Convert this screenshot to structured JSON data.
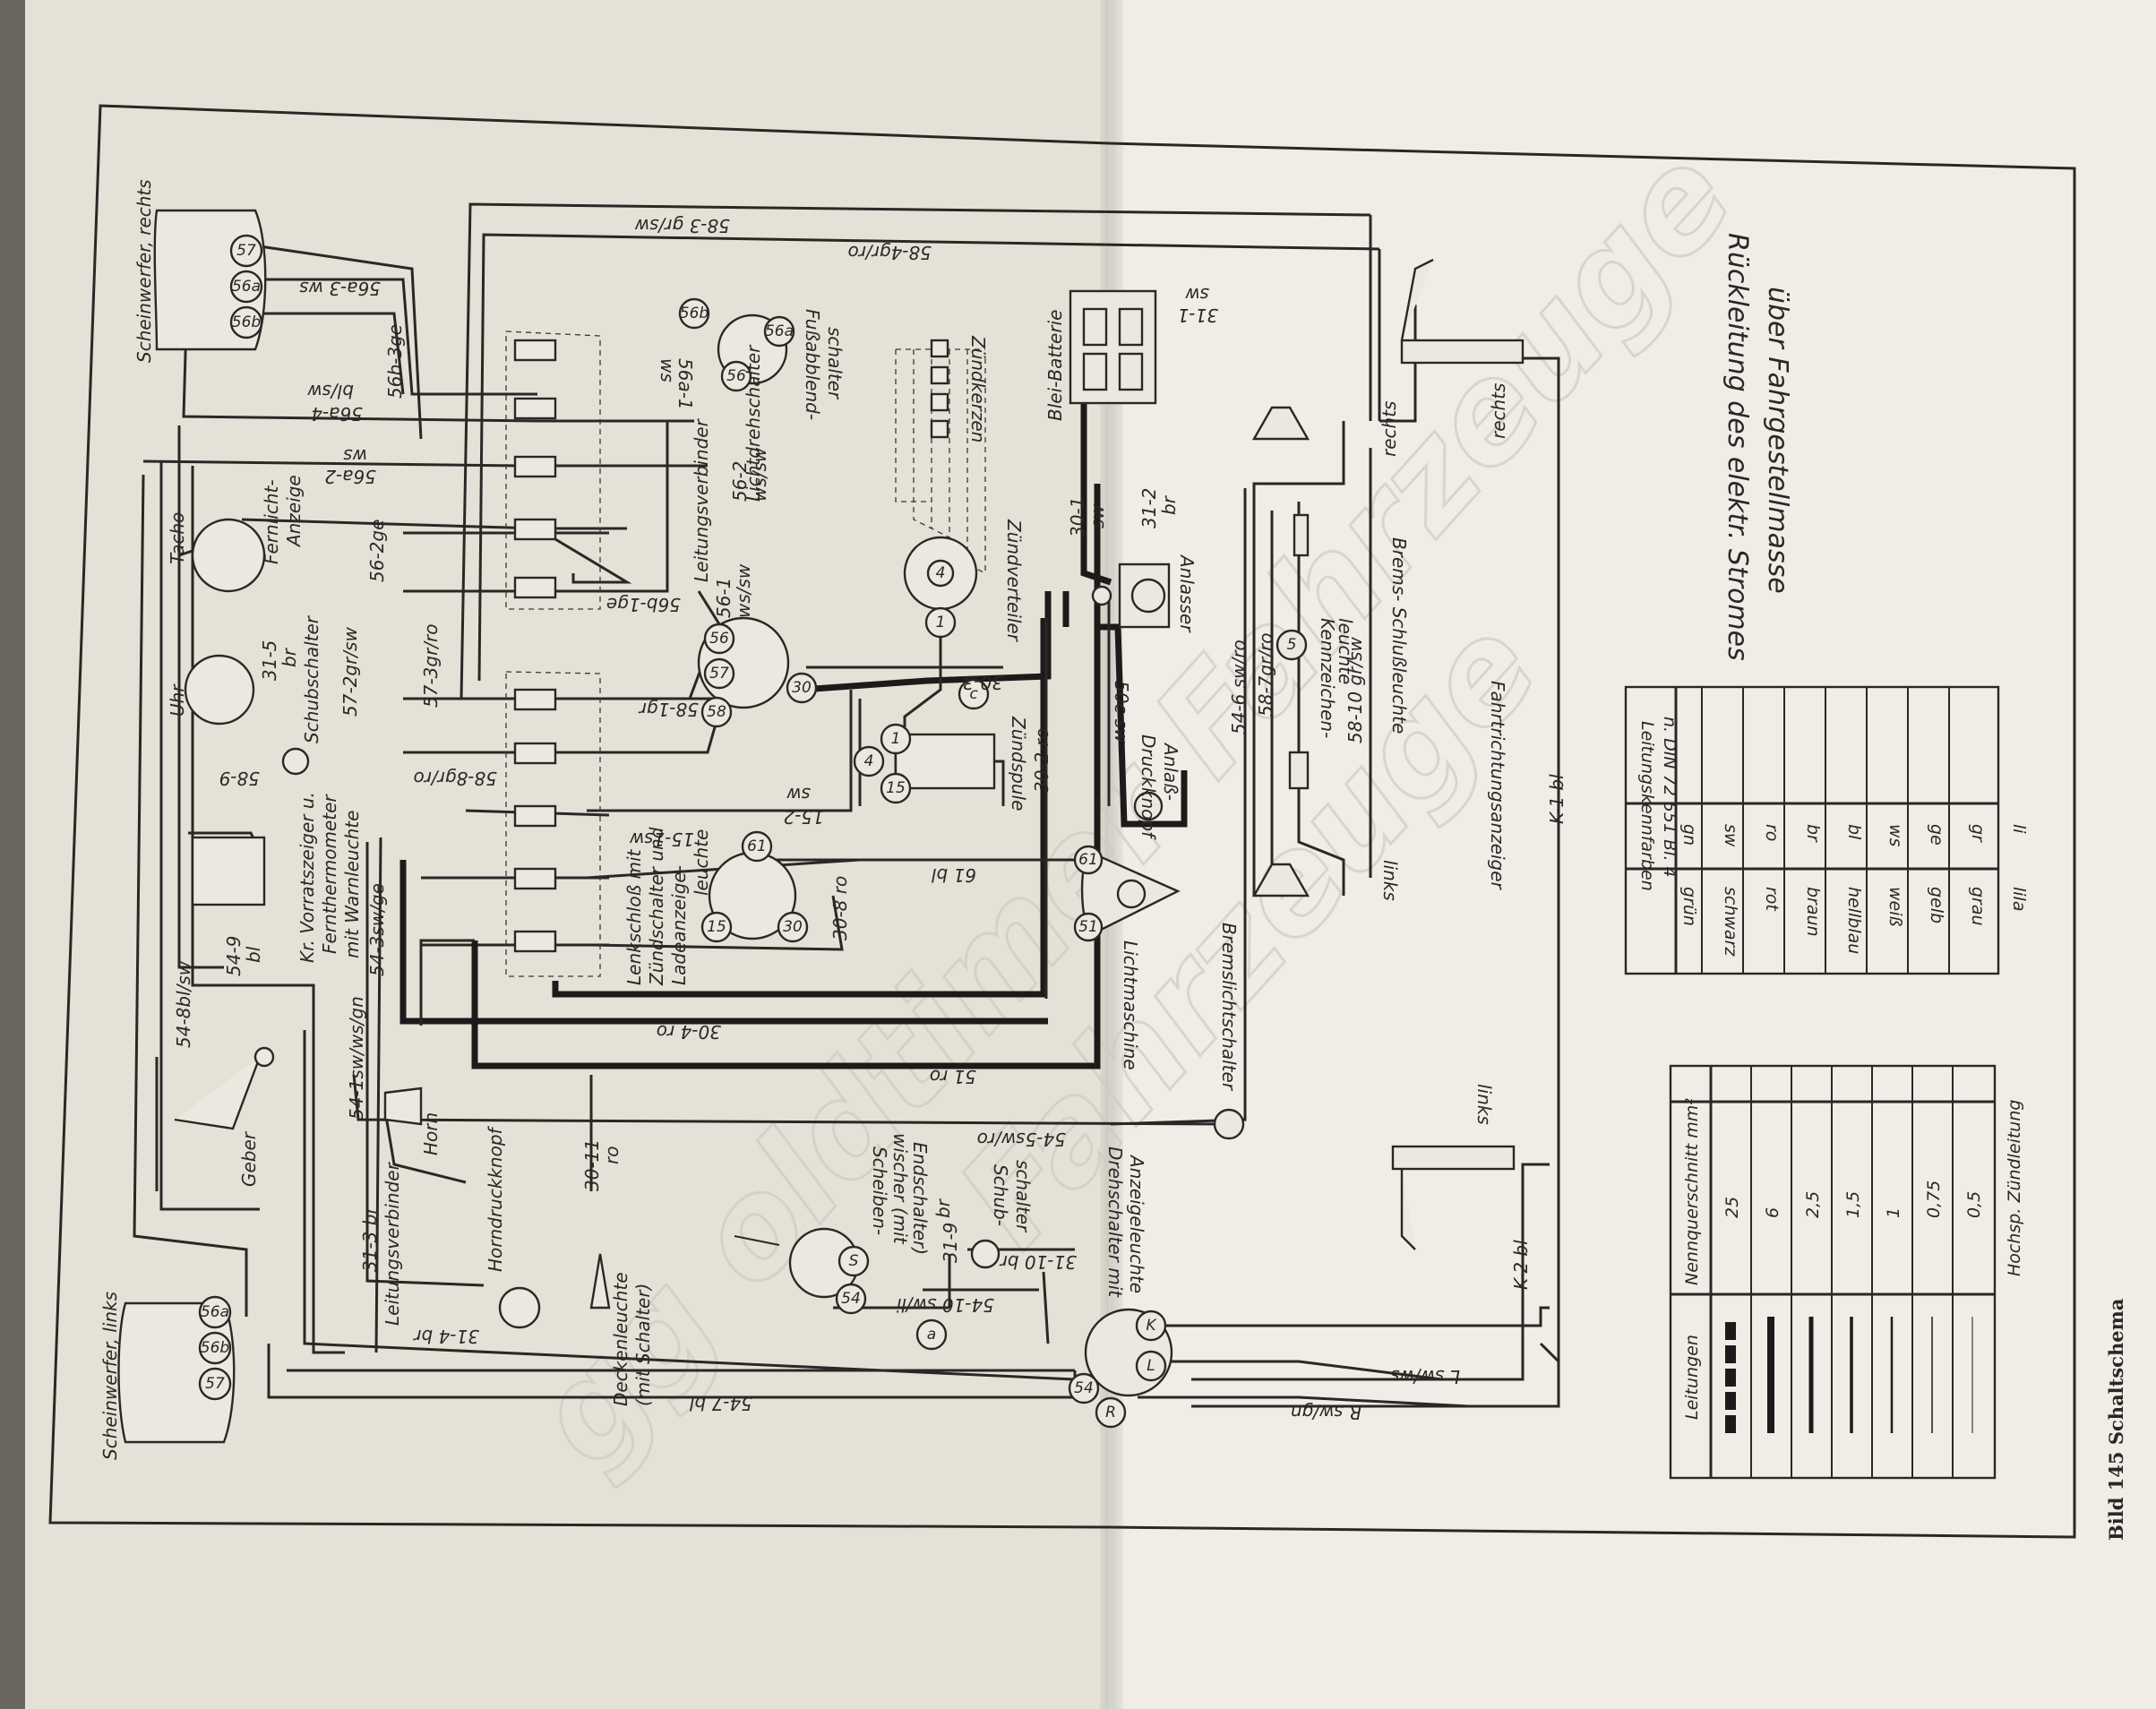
{
  "caption": "Bild 145 Schaltschema",
  "watermark": [
    "gg oldtimer Fahrzeuge",
    "Fahrzeuge"
  ],
  "legend_heading_main": "Rückleitung des elektr. Stromes",
  "legend_heading_sub": "über Fahrgestellmasse",
  "components": {
    "scheinwerfer_rechts": "Scheinwerfer, rechts",
    "scheinwerfer_links": "Scheinwerfer, links",
    "fussabblendschalter": "Fußabblend-",
    "fussabblendschalter_2": "schalter",
    "leitungsverbinder_top": "Leitungsverbinder",
    "lichtdrehschalter": "Lichtdrehschalter",
    "zuendkerzen": "Zündkerzen",
    "zuendverteiler": "Zündverteiler",
    "zuendspule": "Zündspule",
    "blei_batterie": "Blei-Batterie",
    "anlasser": "Anlasser",
    "anlass_druckknopf": "Anlaß-",
    "anlass_druckknopf_2": "Druckknopf",
    "lichtmaschine": "Lichtmaschine",
    "lenkschloss_1": "Lenkschloß mit",
    "lenkschloss_2": "Zündschalter und",
    "lenkschloss_3": "Ladeanzeige-",
    "lenkschloss_4": "leuchte",
    "tacho": "Tacho",
    "fernlicht_1": "Fernlicht-",
    "fernlicht_2": "Anzeige",
    "uhr": "Uhr",
    "schubschalter_top": "Schubschalter",
    "kr_1": "Kr. Vorratszeiger u.",
    "kr_2": "Fernthermometer",
    "kr_3": "mit Warnleuchte",
    "geber": "Geber",
    "horn": "Horn",
    "leitungsverbinder_bottom": "Leitungsverbinder",
    "horndruckknopf": "Horndruckknopf",
    "deckenleuchte_1": "Deckenleuchte",
    "deckenleuchte_2": "(mit Schalter)",
    "scheibenwischer_1": "Scheiben-",
    "scheibenwischer_2": "wischer (mit",
    "scheibenwischer_3": "Endschalter)",
    "schubschalter_bottom_1": "Schub-",
    "schubschalter_bottom_2": "schalter",
    "drehschalter_1": "Drehschalter mit",
    "drehschalter_2": "Anzeigeleuchte",
    "bremslichtschalter": "Bremslichtschalter",
    "kennzeichenleuchte_1": "Kennzeichen-",
    "kennzeichenleuchte_2": "leuchte",
    "brems_schlussleuchte": "Brems- Schlußleuchte",
    "fahrtrichtungsanzeiger": "Fahrtrichtungsanzeiger",
    "rechts_1": "rechts",
    "rechts_2": "rechts",
    "links_1": "links",
    "links_2": "links"
  },
  "wire_labels": {
    "w58_3": "58-3 gr/sw",
    "w58_4": "58-4gr/ro",
    "w56a_3": "56a-3 ws",
    "w56b_3": "56b-3ge",
    "w56a_4": "56a-4",
    "w56a_4c": "bl/sw",
    "w56a_2": "56a-2",
    "w56a_2c": "ws",
    "w56_2": "56-2ge",
    "w56b_1": "56b-1ge",
    "w56a_1": "56a-1",
    "w56a_1c": "ws",
    "w56_1": "56-1",
    "w56_1c": "ws/sw",
    "w56_2b": "56-2",
    "w56_2bc": "ws/sw",
    "w57_2": "57-2gr/sw",
    "w57_3": "57-3gr/ro",
    "w58_1": "58-1gr",
    "w58_8": "58-8gr/ro",
    "w58_9": "58-9",
    "w31_5": "31-5",
    "w31_5c": "br",
    "w15_2": "15-2",
    "w15_2c": "sw",
    "w15_1": "15-1sw",
    "w30_3": "30-3",
    "w30_2": "30-2 ro",
    "w30_8": "30-8 ro",
    "w30_4": "30-4 ro",
    "w51": "51 ro",
    "w61": "61 bl",
    "w50c": "50c sw",
    "w30_1": "30-1",
    "w30_1c": "sw",
    "w31_2": "31-2",
    "w31_2c": "br",
    "w31_1": "31-1",
    "w31_1c": "sw",
    "w54_6": "54-6 sw/ro",
    "w58_7": "58-7gr/ro",
    "w58_10": "58-10 gr/sw",
    "wK1": "K-1 bl",
    "wK2": "K-2 bl",
    "w54_9": "54-9",
    "w54_9c": "bl",
    "w54_8": "54-8bl/sw",
    "w54_1": "54-1sw/ws/gn",
    "w54_3": "54-3sw/ge",
    "w54_5": "54-5sw/ro",
    "w30_11": "30-11",
    "w30_11c": "ro",
    "w31_3": "31-3 br",
    "w31_4": "31-4 br",
    "w31_9": "31-9",
    "w31_9c": "br",
    "w31_10": "31-10 br",
    "w54_10": "54-10 sw/li",
    "w54_7": "54-7 bl",
    "wLsw": "L sw/ws",
    "wRsw": "R sw/gn"
  },
  "terminals": [
    "57",
    "56a",
    "56b",
    "56",
    "58",
    "30",
    "15",
    "61",
    "1",
    "4",
    "51",
    "54",
    "S",
    "R",
    "L",
    "K",
    "a",
    "c",
    "5"
  ],
  "color_table": {
    "title_1": "Leitungskennfarben",
    "title_2": "n. DIN 72 551 Bl. 4",
    "rows": [
      {
        "code": "gn",
        "name": "grün"
      },
      {
        "code": "sw",
        "name": "schwarz"
      },
      {
        "code": "ro",
        "name": "rot"
      },
      {
        "code": "br",
        "name": "braun"
      },
      {
        "code": "bl",
        "name": "hellblau"
      },
      {
        "code": "ws",
        "name": "weiß"
      },
      {
        "code": "ge",
        "name": "gelb"
      },
      {
        "code": "gr",
        "name": "grau"
      },
      {
        "code": "li",
        "name": "lila"
      }
    ]
  },
  "wire_table": {
    "header_1": "Leitungen",
    "header_2": "Nennquerschnitt mm²",
    "rows": [
      {
        "section": "25"
      },
      {
        "section": "6"
      },
      {
        "section": "2,5"
      },
      {
        "section": "1,5"
      },
      {
        "section": "1"
      },
      {
        "section": "0,75"
      },
      {
        "section": "0,5"
      },
      {
        "section": "Hochsp. Zündleitung"
      }
    ]
  }
}
